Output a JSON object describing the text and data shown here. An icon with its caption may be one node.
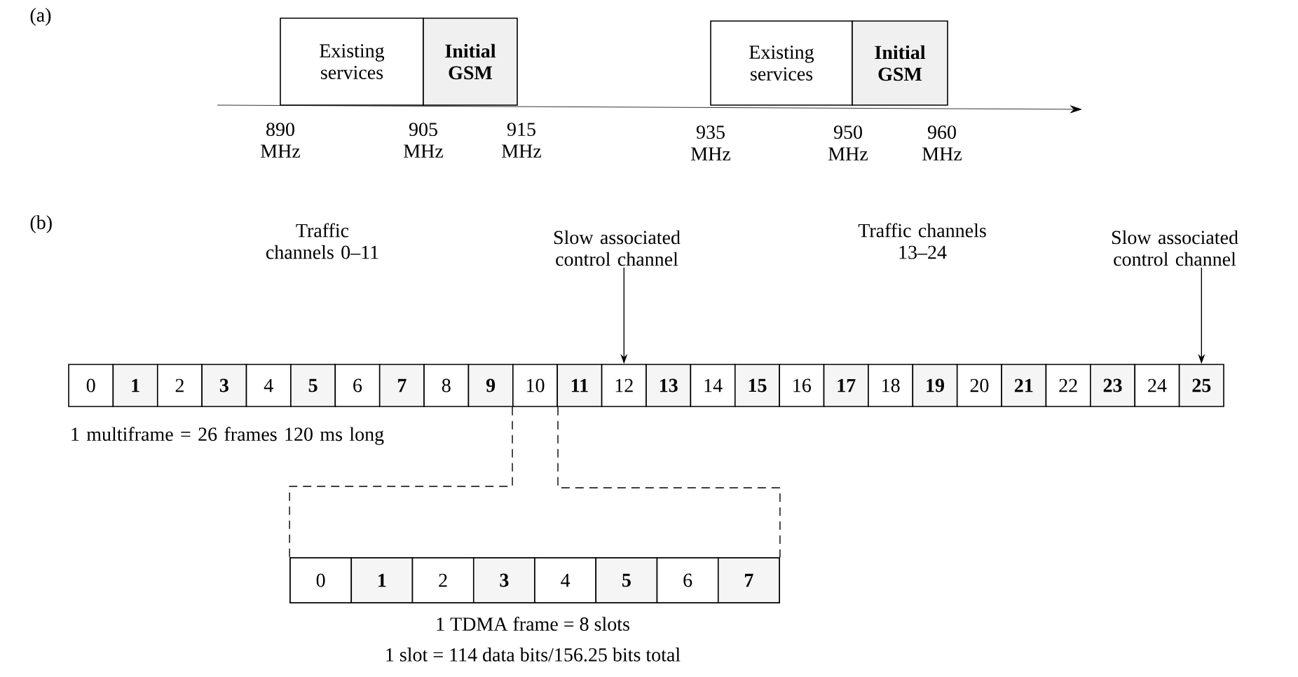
{
  "diagram": {
    "nodes": [
      {
        "text": [
          "Existing services"
        ]
      },
      {
        "text": [
          "Initial GSM"
        ]
      },
      {
        "text": [
          "Existing services"
        ]
      },
      {
        "text": [
          "Initial GSM"
        ]
      },
      {
        "text": [
          "Slow associated control channel"
        ]
      },
      {
        "text": [
          "Slow associated control channel"
        ]
      },
      {
        "text": [
          "0"
        ]
      },
      {
        "text": [
          "1"
        ]
      },
      {
        "text": [
          "2"
        ]
      },
      {
        "text": [
          "3"
        ]
      },
      {
        "text": [
          "4"
        ]
      },
      {
        "text": [
          "5"
        ]
      },
      {
        "text": [
          "6"
        ]
      },
      {
        "text": [
          "7"
        ]
      },
      {
        "text": [
          "8"
        ]
      },
      {
        "text": [
          "9"
        ]
      },
      {
        "text": [
          "10"
        ]
      },
      {
        "text": [
          "11"
        ]
      },
      {
        "text": [
          "12"
        ]
      },
      {
        "text": [
          "13"
        ]
      },
      {
        "text": [
          "14"
        ]
      },
      {
        "text": [
          "15"
        ]
      },
      {
        "text": [
          "16"
        ]
      },
      {
        "text": [
          "17"
        ]
      },
      {
        "text": [
          "18"
        ]
      },
      {
        "text": [
          "19"
        ]
      },
      {
        "text": [
          "20"
        ]
      },
      {
        "text": [
          "21"
        ]
      },
      {
        "text": [
          "22"
        ]
      },
      {
        "text": [
          "23"
        ]
      },
      {
        "text": [
          "24"
        ]
      },
      {
        "text": [
          "25"
        ]
      },
      {
        "text": [],
        "shape": "box"
      },
      {
        "text": [
          "0"
        ],
        "in": 32
      },
      {
        "text": [
          "1"
        ],
        "in": 32
      },
      {
        "text": [
          "2"
        ],
        "in": 32
      },
      {
        "text": [
          "3"
        ],
        "in": 32
      },
      {
        "text": [
          "4"
        ],
        "in": 32
      },
      {
        "text": [
          "5"
        ],
        "in": 32
      },
      {
        "text": [
          "6"
        ],
        "in": 32
      },
      {
        "text": [
          "7"
        ],
        "in": 32
      }
    ],
    "edges": [
      {
        "from": 4,
        "to": 18,
        "arrow": "to"
      },
      {
        "from": 5,
        "to": 31,
        "arrow": "to"
      },
      {
        "from": 16,
        "to": 32,
        "arrow": "none",
        "style": "dashed"
      },
      {
        "from": 16,
        "to": 32,
        "arrow": "none",
        "style": "dashed"
      }
    ],
    "labels": [
      "(a)",
      "890 MHz",
      "905 MHz",
      "915 MHz",
      "935 MHz",
      "950 MHz",
      "960 MHz",
      "(b)",
      "Traffic channels 0–11",
      "Traffic channels 13–24",
      "1 multiframe = 26 frames 120 ms long",
      "1 TDMA frame = 8 slots",
      "1 slot = 114 data bits/156.25 bits total"
    ]
  }
}
